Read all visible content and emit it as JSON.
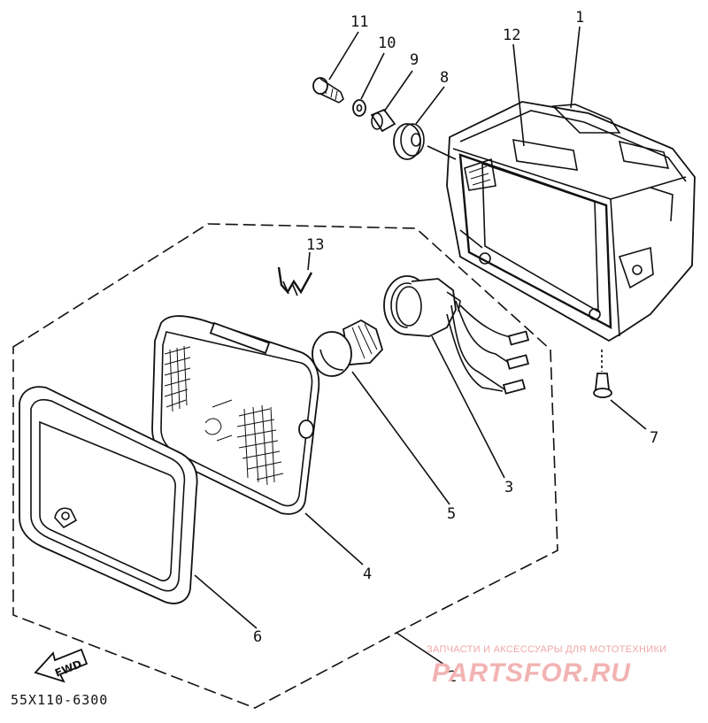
{
  "diagram": {
    "callouts": [
      {
        "id": "1",
        "text": "1"
      },
      {
        "id": "2",
        "text": "2"
      },
      {
        "id": "3",
        "text": "3"
      },
      {
        "id": "4",
        "text": "4"
      },
      {
        "id": "5",
        "text": "5"
      },
      {
        "id": "6",
        "text": "6"
      },
      {
        "id": "7",
        "text": "7"
      },
      {
        "id": "8",
        "text": "8"
      },
      {
        "id": "9",
        "text": "9"
      },
      {
        "id": "10",
        "text": "10"
      },
      {
        "id": "11",
        "text": "11"
      },
      {
        "id": "12",
        "text": "12"
      },
      {
        "id": "13",
        "text": "13"
      }
    ],
    "part_code": "55X110-6300",
    "direction_label": "FWD"
  },
  "watermark": {
    "tagline": "ЗАПЧАСТИ И АКСЕССУАРЫ ДЛЯ МОТОТЕХНИКИ",
    "brand": "PARTSFOR.RU",
    "color": "#f2b3b3"
  }
}
